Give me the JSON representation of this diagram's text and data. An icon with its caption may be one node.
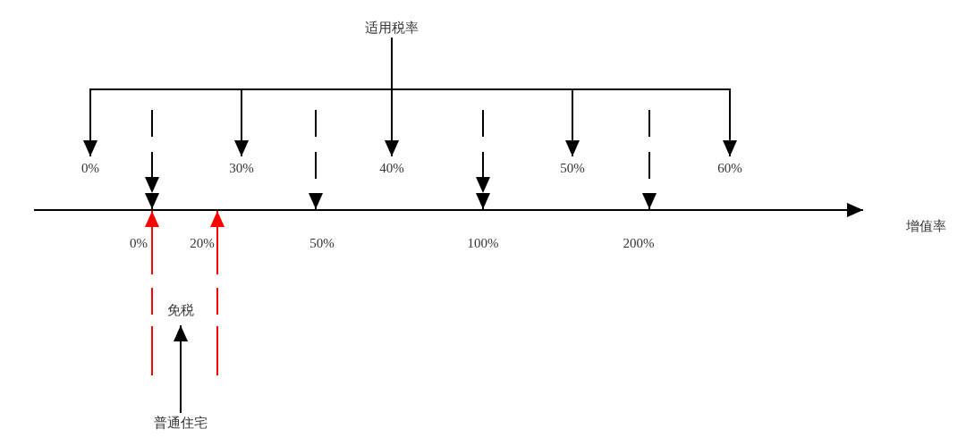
{
  "diagram": {
    "nodes": [
      {
        "text": [
          "适用税率"
        ]
      },
      {
        "text": [
          "0%"
        ]
      },
      {
        "text": [
          "30%"
        ]
      },
      {
        "text": [
          "40%"
        ]
      },
      {
        "text": [
          "50%"
        ]
      },
      {
        "text": [
          "60%"
        ]
      },
      {
        "text": [
          "免税"
        ]
      },
      {
        "text": [
          "普通住宅"
        ]
      }
    ],
    "edges": [
      {
        "from": 0,
        "to": 1,
        "arrow": "to"
      },
      {
        "from": 0,
        "to": 2,
        "arrow": "to"
      },
      {
        "from": 0,
        "to": 3,
        "arrow": "to"
      },
      {
        "from": 0,
        "to": 4,
        "arrow": "to"
      },
      {
        "from": 0,
        "to": 5,
        "arrow": "to"
      },
      {
        "from": 7,
        "to": 6,
        "arrow": "to"
      }
    ],
    "labels": [
      "增值率",
      "0%",
      "20%",
      "50%",
      "100%",
      "200%"
    ]
  }
}
